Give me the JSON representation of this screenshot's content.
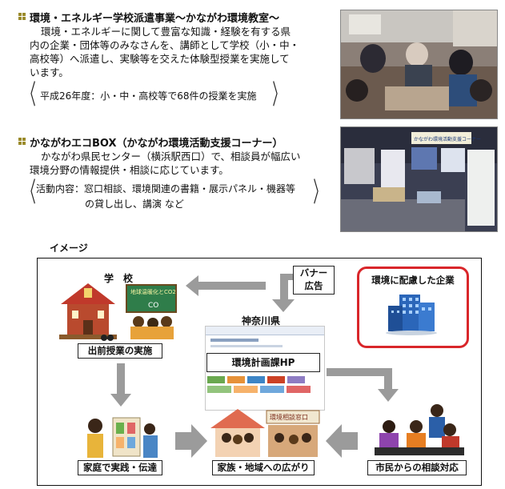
{
  "section1": {
    "title": "環境・エネルギー学校派遣事業～かながわ環境教室～",
    "lines": [
      "環境・エネルギーに関して豊富な知識・経験を有する県",
      "内の企業・団体等のみなさんを、講師として学校（小・中・",
      "高校等）へ派遣し、実験等を交えた体験型授業を実施して",
      "います。"
    ],
    "note": "平成26年度：小・中・高校等で68件の授業を実施"
  },
  "section2": {
    "title": "かながわエコBOX（かながわ環境活動支援コーナー）",
    "lines": [
      "かながわ県民センター（横浜駅西口）で、相談員が幅広い",
      "環境分野の情報提供・相談に応じています。"
    ],
    "note_line1": "活動内容：窓口相談、環境関連の書籍・展示パネル・機器等",
    "note_line2": "の貸し出し、講演 など"
  },
  "image_label": "イメージ",
  "diagram": {
    "school_label": "学　校",
    "banner_label_1": "バナー",
    "banner_label_2": "広告",
    "company_label": "環境に配慮した企業",
    "prefecture_label": "神奈川県",
    "hp_label": "環境計画課HP",
    "lecture_label": "出前授業の実施",
    "home_label": "家庭で実践・伝達",
    "spread_label": "家族・地域への広がり",
    "consult_label": "市民からの相談対応",
    "poster_text_1": "地球温暖化とCO2",
    "poster_text_2": "CO",
    "office_sign": "環境相談窓口",
    "photo2_sign": "かながわ環境活動支援コーナー"
  },
  "colors": {
    "company_border": "#d9262a",
    "arrow_gray": "#9b9b9b",
    "bullet": "#9a8a2a"
  }
}
